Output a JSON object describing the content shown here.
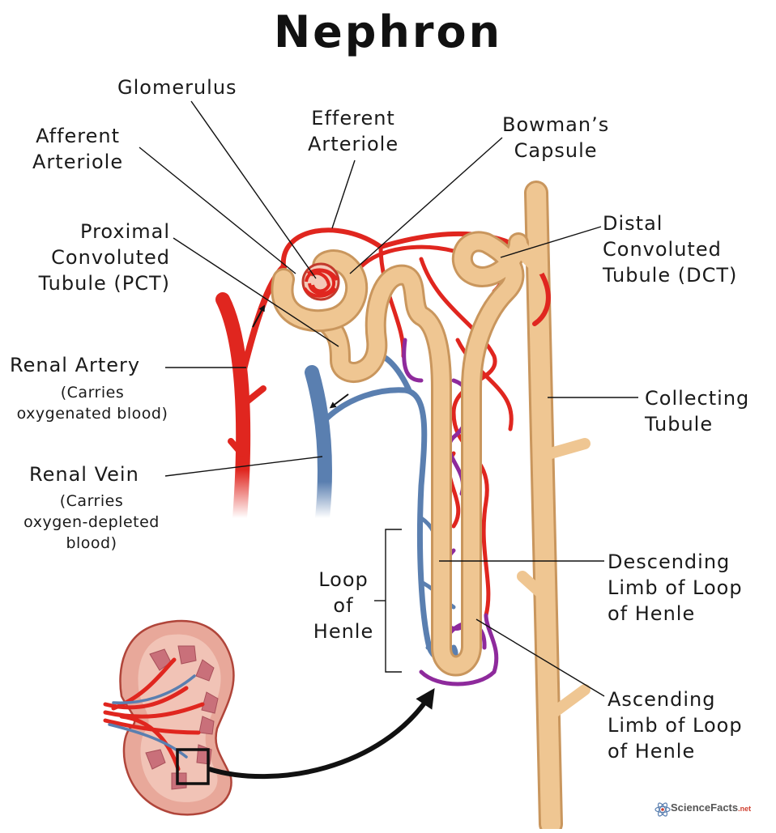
{
  "title": "Nephron",
  "labels": {
    "glomerulus": [
      "Glomerulus"
    ],
    "efferent_arteriole": [
      "Efferent",
      "Arteriole"
    ],
    "bowmans_capsule": [
      "Bowman’s",
      "Capsule"
    ],
    "afferent_arteriole": [
      "Afferent",
      "Arteriole"
    ],
    "pct": [
      "Proximal",
      "Convoluted",
      "Tubule (PCT)"
    ],
    "dct": [
      "Distal",
      "Convoluted",
      "Tubule (DCT)"
    ],
    "renal_artery": [
      "Renal Artery"
    ],
    "renal_artery_note": [
      "(Carries",
      "oxygenated blood)"
    ],
    "collecting_tubule": [
      "Collecting",
      "Tubule"
    ],
    "renal_vein": [
      "Renal Vein"
    ],
    "renal_vein_note": [
      "(Carries",
      "oxygen-depleted",
      "blood)"
    ],
    "loop_of_henle": [
      "Loop",
      "of",
      "Henle"
    ],
    "descending_limb": [
      "Descending",
      "Limb of Loop",
      "of Henle"
    ],
    "ascending_limb": [
      "Ascending",
      "Limb of Loop",
      "of Henle"
    ]
  },
  "logo": {
    "name": "ScienceFacts",
    "tld": ".net"
  },
  "colors": {
    "artery": "#e0261f",
    "vein": "#5a7fb0",
    "capillary_mix": "#8e2a9c",
    "tubule": "#efc692",
    "tubule_edge": "#c9965d",
    "kidney": "#e8a89a",
    "kidney_edge": "#b0453a"
  }
}
